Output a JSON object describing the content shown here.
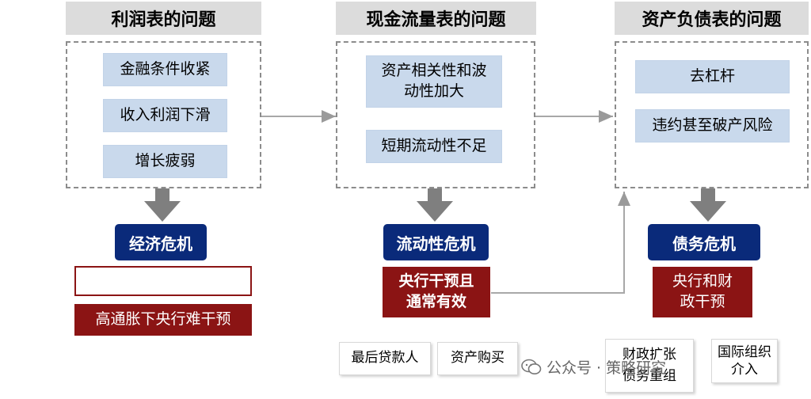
{
  "columns": {
    "income": {
      "header": "利润表的问题",
      "items": [
        "金融条件收紧",
        "收入利润下滑",
        "增长疲弱"
      ],
      "crisis": "经济危机",
      "notes": [
        "高通胀下央行难干预"
      ]
    },
    "cashflow": {
      "header": "现金流量表的问题",
      "items": [
        "资产相关性和波动性加大",
        "短期流动性不足"
      ],
      "crisis": "流动性危机",
      "notes": [
        "央行干预且通常有效"
      ],
      "tools": [
        "最后贷款人",
        "资产购买"
      ]
    },
    "balance": {
      "header": "资产负债表的问题",
      "items": [
        "去杠杆",
        "违约甚至破产风险"
      ],
      "crisis": "债务危机",
      "notes": [
        "央行和财政干预"
      ],
      "tools": [
        "财政扩张债务重组",
        "国际组织介入"
      ]
    }
  },
  "watermark": "公众号 · 策略研究"
}
